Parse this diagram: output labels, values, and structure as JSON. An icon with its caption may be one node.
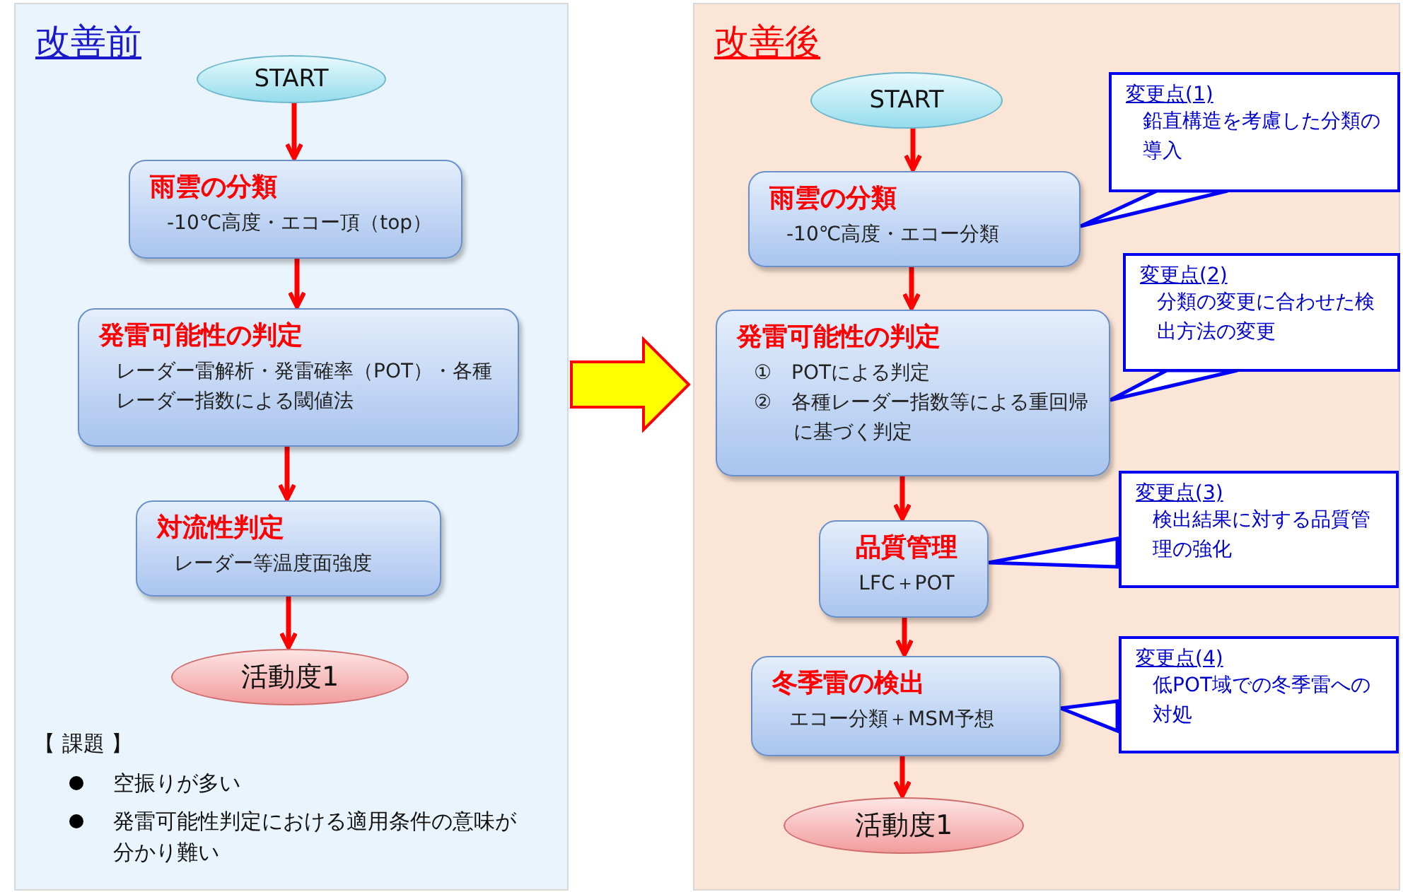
{
  "diagram": {
    "nodes": [
      {
        "text": [
          "改善前"
        ]
      },
      {
        "text": [
          "START"
        ],
        "in": 0
      },
      {
        "text": [
          "雨雲の分類",
          "-10℃高度・エコー頂（top）"
        ],
        "in": 0
      },
      {
        "text": [
          "発雷可能性の判定",
          "レーダー雷解析・発雷確率（POT）・各種レーダー指数による閾値法"
        ],
        "in": 0
      },
      {
        "text": [
          "対流性判定",
          "レーダー等温度面強度"
        ],
        "in": 0
      },
      {
        "text": [
          "活動度1"
        ],
        "in": 0
      },
      {
        "text": [
          "改善後"
        ]
      },
      {
        "text": [
          "START"
        ],
        "in": 6
      },
      {
        "text": [
          "雨雲の分類",
          "-10℃高度・エコー分類"
        ],
        "in": 6
      },
      {
        "text": [
          "発雷可能性の判定",
          "①　POTによる判定",
          "②　各種レーダー指数等による重回帰に基づく判定"
        ],
        "in": 6
      },
      {
        "text": [
          "品質管理",
          "LFC＋POT"
        ],
        "in": 6
      },
      {
        "text": [
          "冬季雷の検出",
          "エコー分類＋MSM予想"
        ],
        "in": 6
      },
      {
        "text": [
          "活動度1"
        ],
        "in": 6
      },
      {
        "text": [
          "変更点(1)",
          "鉛直構造を考慮した分類の導入"
        ],
        "in": 6
      },
      {
        "text": [
          "変更点(2)",
          "分類の変更に合わせた検出方法の変更"
        ],
        "in": 6
      },
      {
        "text": [
          "変更点(3)",
          "検出結果に対する品質管理の強化"
        ],
        "in": 6
      },
      {
        "text": [
          "変更点(4)",
          "低POT域での冬季雷への対処"
        ],
        "in": 6
      }
    ],
    "edges": [
      {
        "from": 1,
        "to": 2,
        "arrow": "to"
      },
      {
        "from": 2,
        "to": 3,
        "arrow": "to"
      },
      {
        "from": 3,
        "to": 4,
        "arrow": "to"
      },
      {
        "from": 4,
        "to": 5,
        "arrow": "to"
      },
      {
        "from": 0,
        "to": 6,
        "arrow": "to",
        "style": "thick",
        "color": "#ffff00"
      },
      {
        "from": 7,
        "to": 8,
        "arrow": "to"
      },
      {
        "from": 8,
        "to": 9,
        "arrow": "to"
      },
      {
        "from": 9,
        "to": 10,
        "arrow": "to"
      },
      {
        "from": 10,
        "to": 11,
        "arrow": "to"
      },
      {
        "from": 11,
        "to": 12,
        "arrow": "to"
      },
      {
        "from": 13,
        "to": 8,
        "arrow": "none",
        "color": "#0000ff"
      },
      {
        "from": 14,
        "to": 9,
        "arrow": "none",
        "color": "#0000ff"
      },
      {
        "from": 15,
        "to": 10,
        "arrow": "none",
        "color": "#0000ff"
      },
      {
        "from": 16,
        "to": 11,
        "arrow": "none",
        "color": "#0000ff"
      }
    ],
    "labels": [
      "【 課題 】",
      "空振りが多い",
      "発雷可能性判定における適用条件の意味が分かり難い"
    ]
  }
}
